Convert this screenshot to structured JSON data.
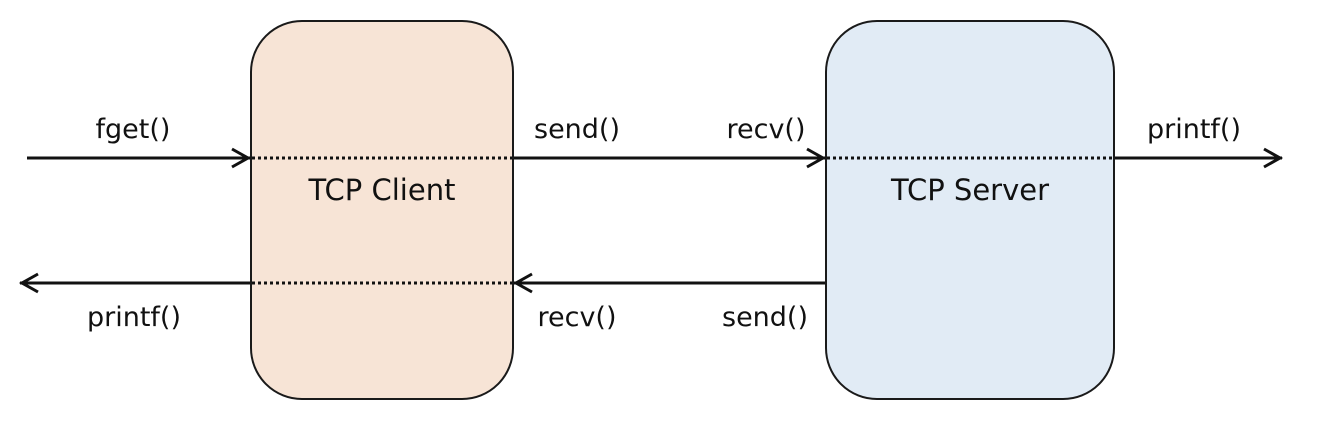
{
  "client": {
    "title": "TCP Client",
    "fill": "#f7e4d6"
  },
  "server": {
    "title": "TCP Server",
    "fill": "#e1ebf5"
  },
  "labels": {
    "fget": "fget()",
    "client_send": "send()",
    "server_recv": "recv()",
    "server_printf": "printf()",
    "client_printf": "printf()",
    "client_recv": "recv()",
    "server_send": "send()"
  },
  "colors": {
    "line": "#111111"
  }
}
